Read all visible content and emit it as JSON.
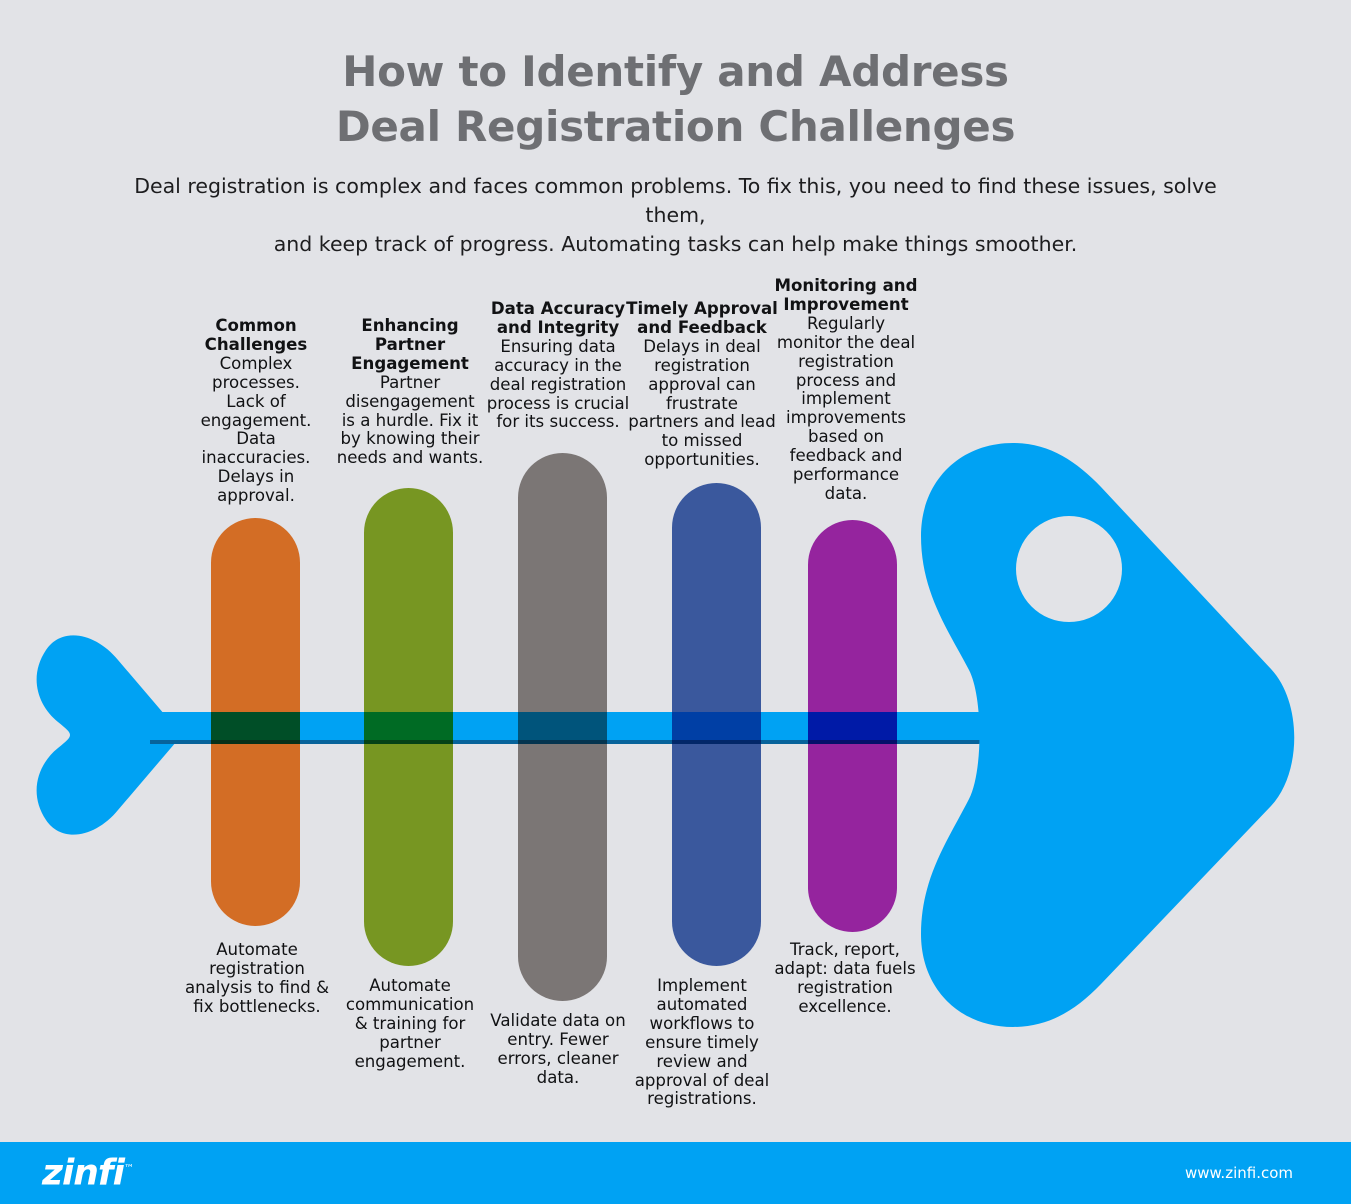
{
  "page": {
    "background_color": "#e2e3e7",
    "title_lines": [
      "How to Identify and Address",
      "Deal Registration Challenges"
    ],
    "title_color": "#6e6f73",
    "subtitle_lines": [
      "Deal registration is complex and faces common problems. To fix this, you need to find these issues, solve them,",
      "and keep track of progress. Automating tasks can help make things smoother."
    ]
  },
  "diagram": {
    "type": "fishbone",
    "spine_color": "#00a2f3",
    "head_color": "#00a2f3",
    "tail_color": "#00a2f3",
    "eye_color": "#e2e3e7",
    "bones": [
      {
        "id": "common-challenges",
        "color": "#ee7622",
        "heading": "Common Challenges",
        "heading_lines": [
          "Common",
          "Challenges"
        ],
        "top_text": "Complex processes. Lack of engagement. Data inaccuracies. Delays in approval.",
        "top_text_lines": [
          "Complex",
          "processes.",
          "Lack of",
          "engagement.",
          "Data",
          "inaccuracies.",
          "Delays in",
          "approval."
        ],
        "bottom_text": "Automate registration analysis to find & fix bottlenecks.",
        "bottom_text_lines": [
          "Automate",
          "registration",
          "analysis to find &",
          "fix bottlenecks."
        ]
      },
      {
        "id": "enhancing-partner-engagement",
        "color": "#82a61e",
        "heading": "Enhancing Partner Engagement",
        "heading_lines": [
          "Enhancing",
          "Partner",
          "Engagement"
        ],
        "top_text": "Partner disengagement is a hurdle. Fix it by knowing their needs and wants.",
        "top_text_lines": [
          "Partner",
          "disengagement",
          "is a hurdle. Fix it",
          "by knowing their",
          "needs and wants."
        ],
        "bottom_text": "Automate communication & training for partner engagement.",
        "bottom_text_lines": [
          "Automate",
          "communication",
          "& training for",
          "partner",
          "engagement."
        ]
      },
      {
        "id": "data-accuracy-and-integrity",
        "color": "#87807d",
        "heading": "Data Accuracy and Integrity",
        "heading_lines": [
          "Data Accuracy",
          "and Integrity"
        ],
        "top_text": "Ensuring data accuracy in the deal registration process is crucial for its success.",
        "top_text_lines": [
          "Ensuring data",
          "accuracy in the",
          "deal registration",
          "process is crucial",
          "for its success."
        ],
        "bottom_text": "Validate data on entry. Fewer errors, cleaner data.",
        "bottom_text_lines": [
          "Validate data on",
          "entry. Fewer",
          "errors, cleaner",
          "data."
        ]
      },
      {
        "id": "timely-approval-and-feedback",
        "color": "#3b5eab",
        "heading": "Timely Approval and Feedback",
        "heading_lines": [
          "Timely Approval",
          "and Feedback"
        ],
        "top_text": "Delays in deal registration approval can frustrate partners and lead to missed opportunities.",
        "top_text_lines": [
          "Delays in deal",
          "registration",
          "approval can",
          "frustrate",
          "partners and lead",
          "to missed",
          "opportunities."
        ],
        "bottom_text": "Implement automated workflows to ensure timely review and approval of deal registrations.",
        "bottom_text_lines": [
          "Implement",
          "automated",
          "workflows to",
          "ensure timely",
          "review and",
          "approval of deal",
          "registrations."
        ]
      },
      {
        "id": "monitoring-and-improvement",
        "color": "#a521ad",
        "heading": "Monitoring and Improvement",
        "heading_lines": [
          "Monitoring and",
          "Improvement"
        ],
        "top_text": "Regularly monitor the deal registration process and implement improvements based on feedback and performance data.",
        "top_text_lines": [
          "Regularly",
          "monitor the deal",
          "registration",
          "process and",
          "implement",
          "improvements",
          "based on",
          "feedback and",
          "performance",
          "data."
        ],
        "bottom_text": "Track, report, adapt: data fuels registration excellence.",
        "bottom_text_lines": [
          "Track, report,",
          "adapt: data fuels",
          "registration",
          "excellence."
        ]
      }
    ]
  },
  "footer": {
    "background_color": "#00a2f3",
    "logo_text": "zinfi",
    "logo_tm": "™",
    "website": "www.zinfi.com"
  }
}
